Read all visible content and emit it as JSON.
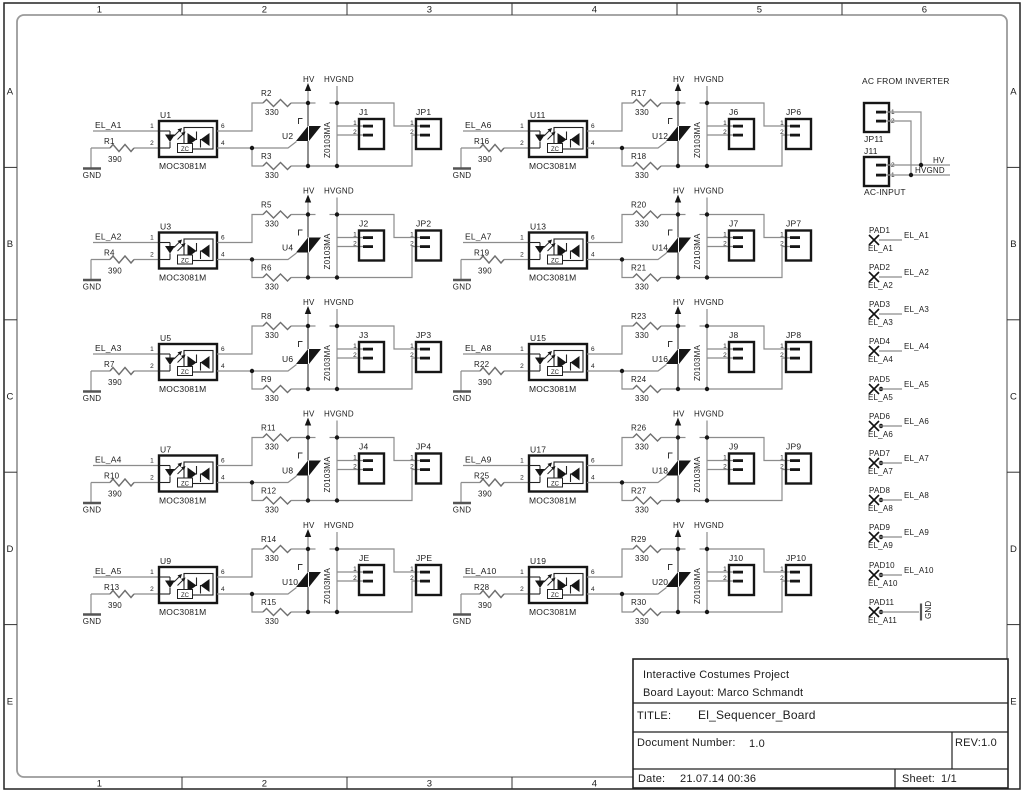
{
  "frame": {
    "columns": [
      "1",
      "2",
      "3",
      "4",
      "5",
      "6"
    ],
    "rows": [
      "A",
      "B",
      "C",
      "D",
      "E"
    ]
  },
  "common": {
    "pin1": "1",
    "pin2": "2",
    "pin6": "6",
    "pin4": "4",
    "gnd": "GND",
    "hv": "HV",
    "hvgnd": "HVGND",
    "zc": "ZC"
  },
  "colors": {
    "wire": "#8c8c8c",
    "ink": "#161616",
    "text": "#1c1c1c",
    "frame_inner": "#9a9a9a"
  },
  "ac_section": {
    "heading": "AC FROM INVERTER",
    "jp_name": "JP11",
    "j_name": "J11",
    "j_sub": "AC-INPUT",
    "hv": "HV",
    "hvgnd": "HVGND",
    "jp_pin_top": "1",
    "jp_pin_bot": "2",
    "j_pin_top": "2",
    "j_pin_bot": "1"
  },
  "pads": [
    {
      "name": "PAD1",
      "right": "EL_A1",
      "below": "EL_A1",
      "dot": false,
      "gnd": false
    },
    {
      "name": "PAD2",
      "right": "EL_A2",
      "below": "EL_A2",
      "dot": false,
      "gnd": false
    },
    {
      "name": "PAD3",
      "right": "EL_A3",
      "below": "EL_A3",
      "dot": false,
      "gnd": false
    },
    {
      "name": "PAD4",
      "right": "EL_A4",
      "below": "EL_A4",
      "dot": false,
      "gnd": false
    },
    {
      "name": "PAD5",
      "right": "EL_A5",
      "below": "EL_A5",
      "dot": true,
      "gnd": false
    },
    {
      "name": "PAD6",
      "right": "EL_A6",
      "below": "EL_A6",
      "dot": true,
      "gnd": false
    },
    {
      "name": "PAD7",
      "right": "EL_A7",
      "below": "EL_A7",
      "dot": true,
      "gnd": false
    },
    {
      "name": "PAD8",
      "right": "EL_A8",
      "below": "EL_A8",
      "dot": true,
      "gnd": false
    },
    {
      "name": "PAD9",
      "right": "EL_A9",
      "below": "EL_A9",
      "dot": true,
      "gnd": false
    },
    {
      "name": "PAD10",
      "right": "EL_A10",
      "below": "EL_A10",
      "dot": true,
      "gnd": false
    },
    {
      "name": "PAD11",
      "right": "GND",
      "below": "EL_A11",
      "dot": true,
      "gnd": true
    }
  ],
  "blocks": [
    {
      "el": "EL_A1",
      "r_in": "R1",
      "r_in_val": "390",
      "opto": "U1",
      "opto_part": "MOC3081M",
      "r_top": "R2",
      "r_top_val": "330",
      "r_bot": "R3",
      "r_bot_val": "330",
      "triac": "U2",
      "triac_part": "Z0103MA",
      "j": "J1",
      "jp": "JP1",
      "col": 0,
      "row": 0
    },
    {
      "el": "EL_A2",
      "r_in": "R4",
      "r_in_val": "390",
      "opto": "U3",
      "opto_part": "MOC3081M",
      "r_top": "R5",
      "r_top_val": "330",
      "r_bot": "R6",
      "r_bot_val": "330",
      "triac": "U4",
      "triac_part": "Z0103MA",
      "j": "J2",
      "jp": "JP2",
      "col": 0,
      "row": 1
    },
    {
      "el": "EL_A3",
      "r_in": "R7",
      "r_in_val": "390",
      "opto": "U5",
      "opto_part": "MOC3081M",
      "r_top": "R8",
      "r_top_val": "330",
      "r_bot": "R9",
      "r_bot_val": "330",
      "triac": "U6",
      "triac_part": "Z0103MA",
      "j": "J3",
      "jp": "JP3",
      "col": 0,
      "row": 2
    },
    {
      "el": "EL_A4",
      "r_in": "R10",
      "r_in_val": "390",
      "opto": "U7",
      "opto_part": "MOC3081M",
      "r_top": "R11",
      "r_top_val": "330",
      "r_bot": "R12",
      "r_bot_val": "330",
      "triac": "U8",
      "triac_part": "Z0103MA",
      "j": "J4",
      "jp": "JP4",
      "col": 0,
      "row": 3
    },
    {
      "el": "EL_A5",
      "r_in": "R13",
      "r_in_val": "390",
      "opto": "U9",
      "opto_part": "MOC3081M",
      "r_top": "R14",
      "r_top_val": "330",
      "r_bot": "R15",
      "r_bot_val": "330",
      "triac": "U10",
      "triac_part": "Z0103MA",
      "j": "JE",
      "jp": "JPE",
      "col": 0,
      "row": 4
    },
    {
      "el": "EL_A6",
      "r_in": "R16",
      "r_in_val": "390",
      "opto": "U11",
      "opto_part": "MOC3081M",
      "r_top": "R17",
      "r_top_val": "330",
      "r_bot": "R18",
      "r_bot_val": "330",
      "triac": "U12",
      "triac_part": "Z0103MA",
      "j": "J6",
      "jp": "JP6",
      "col": 1,
      "row": 0
    },
    {
      "el": "EL_A7",
      "r_in": "R19",
      "r_in_val": "390",
      "opto": "U13",
      "opto_part": "MOC3081M",
      "r_top": "R20",
      "r_top_val": "330",
      "r_bot": "R21",
      "r_bot_val": "330",
      "triac": "U14",
      "triac_part": "Z0103MA",
      "j": "J7",
      "jp": "JP7",
      "col": 1,
      "row": 1
    },
    {
      "el": "EL_A8",
      "r_in": "R22",
      "r_in_val": "390",
      "opto": "U15",
      "opto_part": "MOC3081M",
      "r_top": "R23",
      "r_top_val": "330",
      "r_bot": "R24",
      "r_bot_val": "330",
      "triac": "U16",
      "triac_part": "Z0103MA",
      "j": "J8",
      "jp": "JP8",
      "col": 1,
      "row": 2
    },
    {
      "el": "EL_A9",
      "r_in": "R25",
      "r_in_val": "390",
      "opto": "U17",
      "opto_part": "MOC3081M",
      "r_top": "R26",
      "r_top_val": "330",
      "r_bot": "R27",
      "r_bot_val": "330",
      "triac": "U18",
      "triac_part": "Z0103MA",
      "j": "J9",
      "jp": "JP9",
      "col": 1,
      "row": 3
    },
    {
      "el": "EL_A10",
      "r_in": "R28",
      "r_in_val": "390",
      "opto": "U19",
      "opto_part": "MOC3081M",
      "r_top": "R29",
      "r_top_val": "330",
      "r_bot": "R30",
      "r_bot_val": "330",
      "triac": "U20",
      "triac_part": "Z0103MA",
      "j": "J10",
      "jp": "JP10",
      "col": 1,
      "row": 4
    }
  ],
  "title_block": {
    "project": "Interactive Costumes Project",
    "layout": "Board Layout: Marco Schmandt",
    "title_label": "TITLE:",
    "title": "El_Sequencer_Board",
    "doc_label": "Document Number:",
    "doc_number": "1.0",
    "rev": "REV:1.0",
    "date_label": "Date:",
    "date": "21.07.14 00:36",
    "sheet_label": "Sheet:",
    "sheet": "1/1"
  }
}
